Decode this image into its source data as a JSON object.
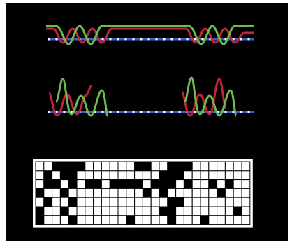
{
  "colors": {
    "background": "#000000",
    "red_trace": "#c0243e",
    "green_trace": "#6dbb4c",
    "baseline_blue": "#3a5fc8",
    "baseline_dot": "#ffffff",
    "grid_white": "#ffffff",
    "grid_black": "#000000"
  },
  "grid": {
    "rows": 7,
    "cols": 26,
    "pattern": [
      "11000011111100110001111111",
      "10100111111111100011111111",
      "10010100100001000101101011",
      "01101111111110101111110111",
      "10110111111111110011111111",
      "01101111111111100111111101",
      "01110111111011110111011111"
    ]
  }
}
